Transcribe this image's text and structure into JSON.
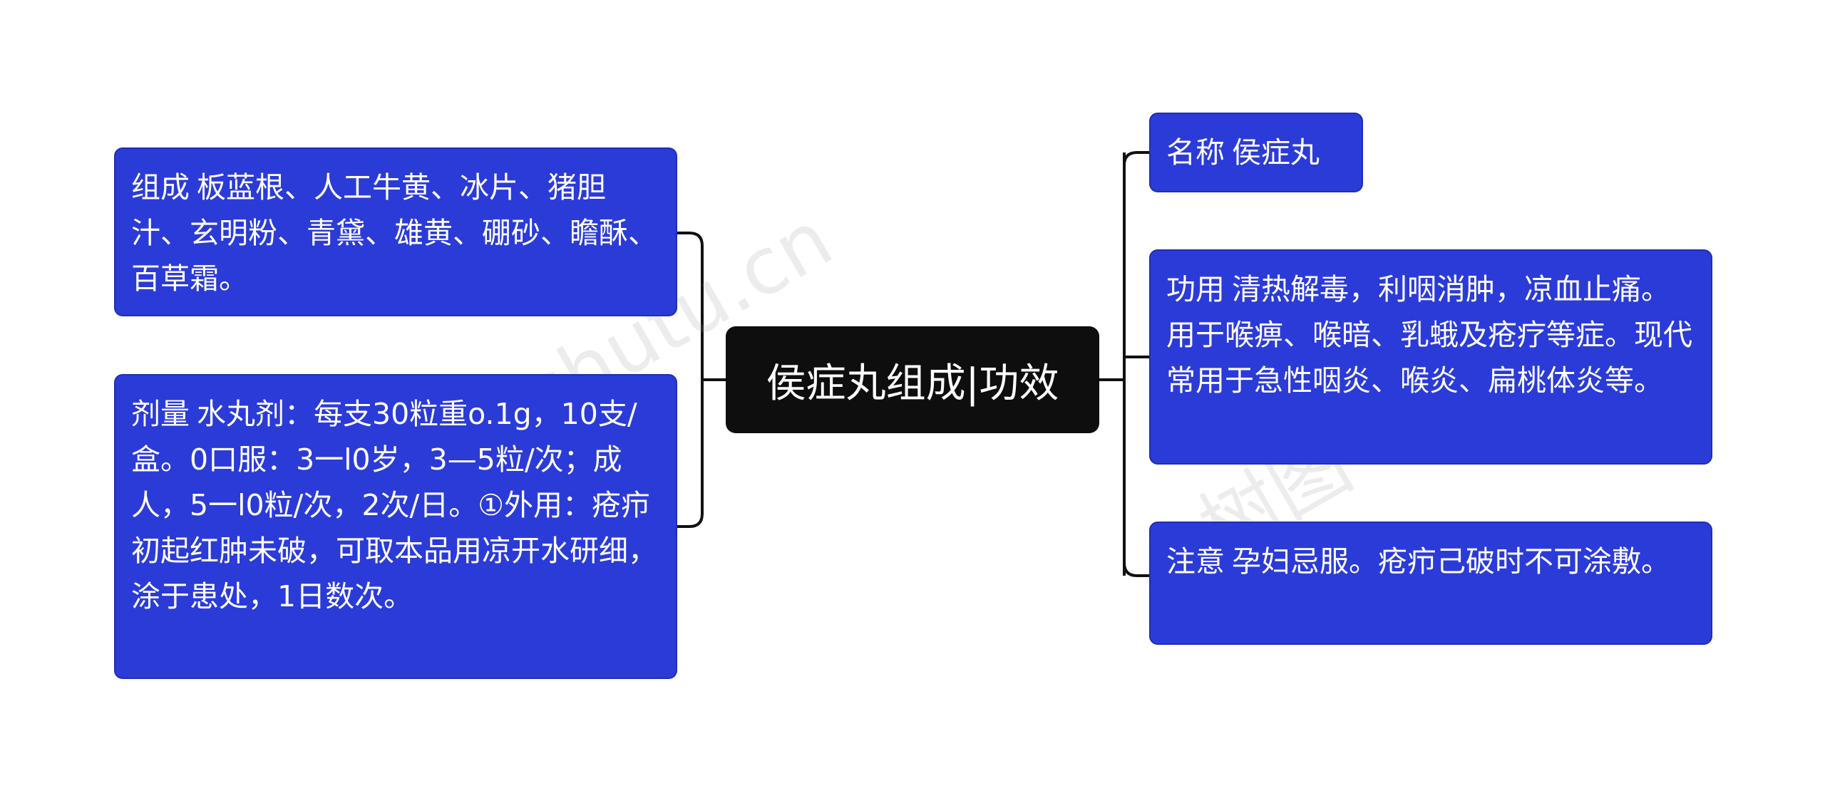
{
  "root": {
    "title": "侯症丸组成|功效"
  },
  "left_nodes": [
    {
      "label": "组成",
      "text": "板蓝根、人工牛黄、冰片、猪胆汁、玄明粉、青黛、雄黄、硼砂、瞻酥、百草霜。"
    },
    {
      "label": "剂量",
      "text": "水丸剂：每支30粒重o.1g，10支/盒。0口服：3一l0岁，3—5粒/次；成人，5一l0粒/次，2次/日。①外用：疮疖初起红肿未破，可取本品用凉开水研细，涂于患处，1日数次。"
    }
  ],
  "right_nodes": [
    {
      "label": "名称",
      "text": "侯症丸"
    },
    {
      "label": "功用",
      "text": "清热解毒，利咽消肿，凉血止痛。用于喉痹、喉暗、乳蛾及疮疗等症。现代常用于急性咽炎、喉炎、扁桃体炎等。"
    },
    {
      "label": "注意",
      "text": "孕妇忌服。疮疖己破时不可涂敷。"
    }
  ],
  "watermark": {
    "left": "树图 shutu.cn",
    "right": "树图 shutu.cn"
  },
  "colors": {
    "node_fill": "#2b3bd8",
    "root_fill": "#0e0e0e",
    "connector": "#111111"
  }
}
